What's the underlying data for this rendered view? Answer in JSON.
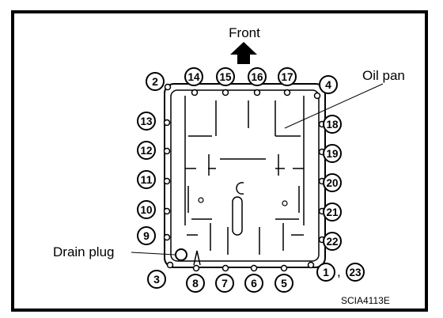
{
  "labels": {
    "front": "Front",
    "oil_pan": "Oil pan",
    "drain_plug": "Drain plug",
    "figure_code": "SCIA4113E",
    "comma": ","
  },
  "bolts": [
    "1",
    "2",
    "3",
    "4",
    "5",
    "6",
    "7",
    "8",
    "9",
    "10",
    "11",
    "12",
    "13",
    "14",
    "15",
    "16",
    "17",
    "18",
    "19",
    "20",
    "21",
    "22",
    "23"
  ]
}
